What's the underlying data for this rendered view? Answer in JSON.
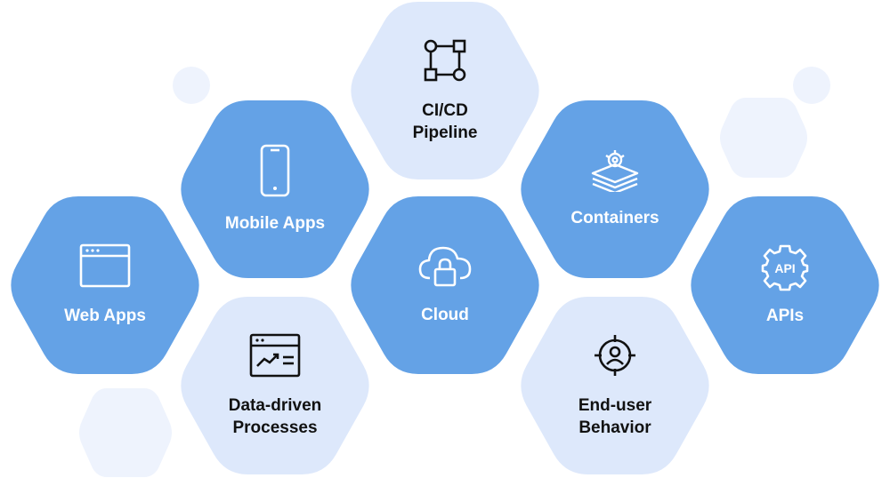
{
  "colors": {
    "hex_dark": "#64a2e6",
    "hex_light": "#dde8fb",
    "hex_faint": "#eef3fd",
    "text_dark": "#111111",
    "text_light": "#ffffff"
  },
  "nodes": {
    "web_apps": {
      "label_lines": [
        "Web Apps"
      ],
      "icon": "browser-window-icon"
    },
    "mobile_apps": {
      "label_lines": [
        "Mobile Apps"
      ],
      "icon": "smartphone-icon"
    },
    "cicd": {
      "label_lines": [
        "CI/CD",
        "Pipeline"
      ],
      "icon": "pipeline-flow-icon"
    },
    "cloud": {
      "label_lines": [
        "Cloud"
      ],
      "icon": "cloud-lock-icon"
    },
    "data_driven": {
      "label_lines": [
        "Data-driven",
        "Processes"
      ],
      "icon": "analytics-dashboard-icon"
    },
    "containers": {
      "label_lines": [
        "Containers"
      ],
      "icon": "container-stack-icon"
    },
    "end_user": {
      "label_lines": [
        "End-user",
        "Behavior"
      ],
      "icon": "target-user-icon"
    },
    "apis": {
      "label_lines": [
        "APIs"
      ],
      "icon": "api-gear-icon"
    }
  }
}
